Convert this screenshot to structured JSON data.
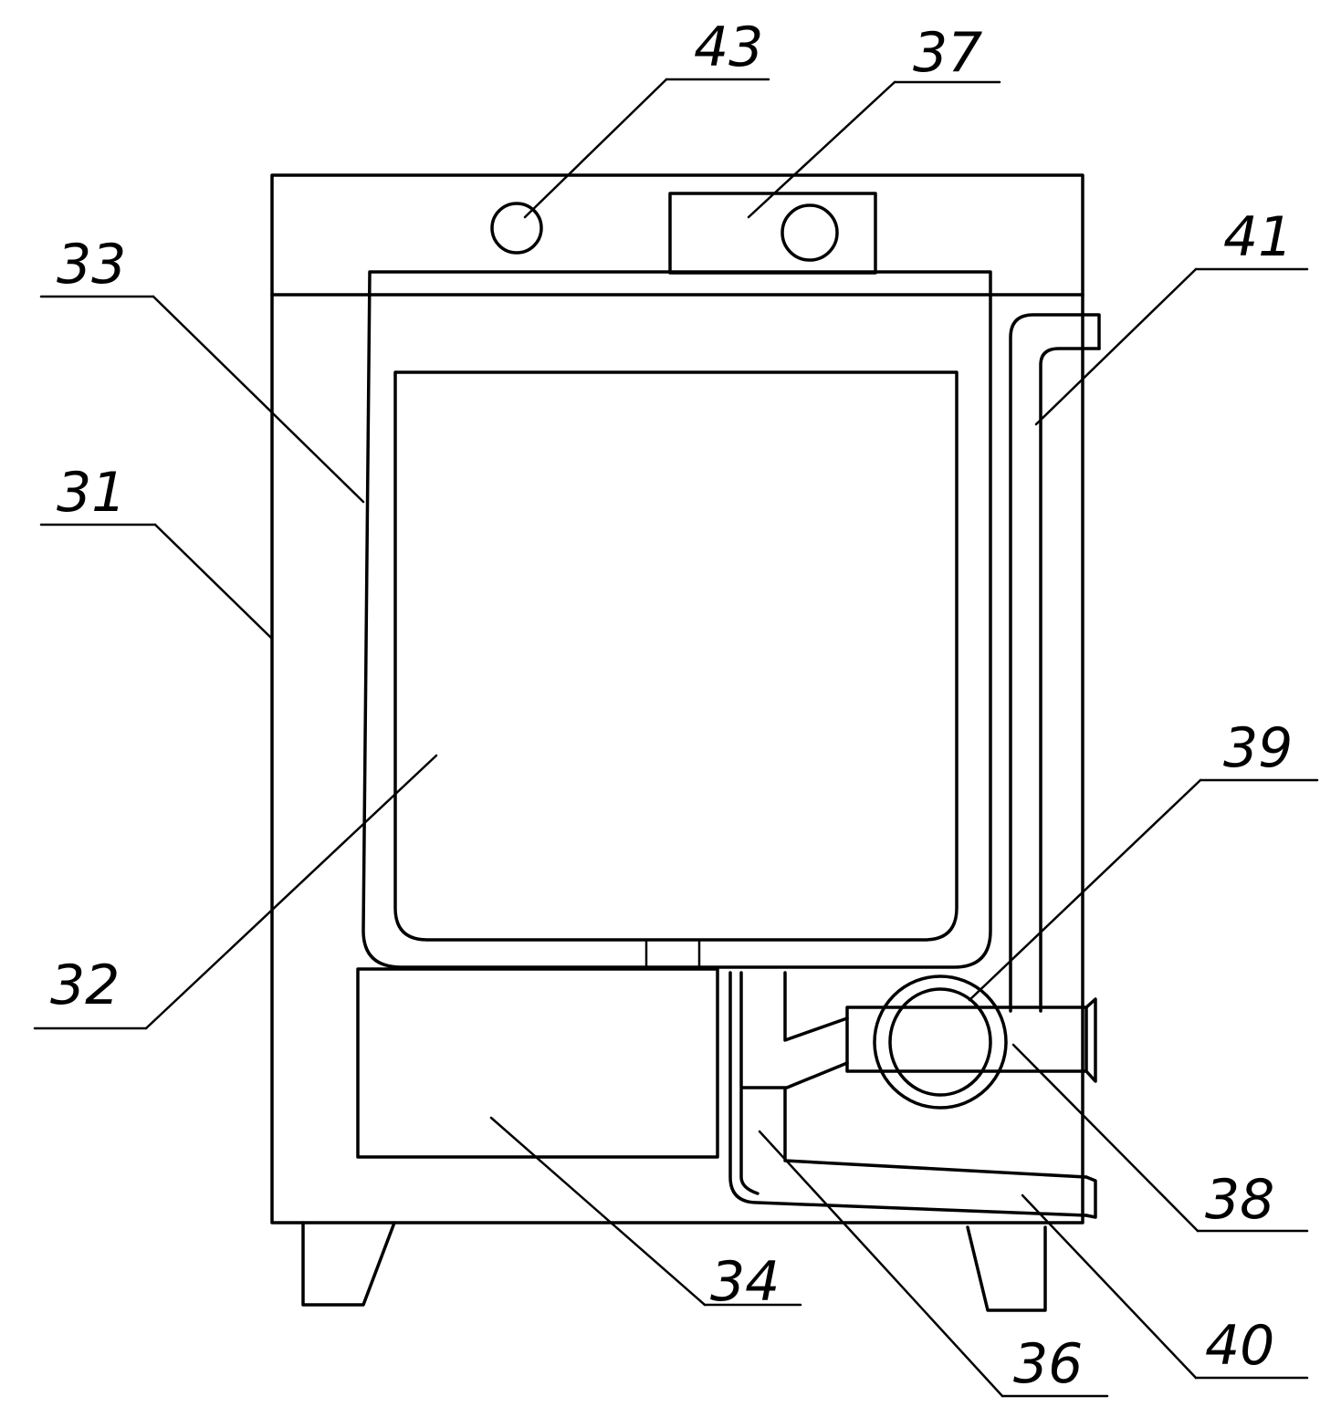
{
  "colors": {
    "line": "#000000",
    "background": "#ffffff"
  },
  "labels": {
    "l43": "43",
    "l37": "37",
    "l33": "33",
    "l41": "41",
    "l31": "31",
    "l39": "39",
    "l32": "32",
    "l38": "38",
    "l34": "34",
    "l40": "40",
    "l36": "36"
  }
}
